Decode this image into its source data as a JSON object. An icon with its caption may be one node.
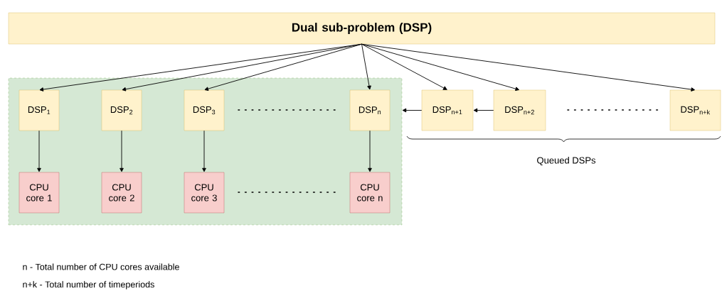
{
  "diagram": {
    "nodes": [
      {
        "text": [
          "Dual sub-problem (DSP)"
        ]
      },
      {
        "text": [],
        "shape": "box"
      },
      {
        "text": [
          "DSP$_{1}$"
        ],
        "in": 1
      },
      {
        "text": [
          "DSP$_{2}$"
        ],
        "in": 1
      },
      {
        "text": [
          "DSP$_{3}$"
        ],
        "in": 1
      },
      {
        "text": [
          "DSP$_{n}$"
        ],
        "in": 1
      },
      {
        "text": [
          "DSP$_{n+1}$"
        ]
      },
      {
        "text": [
          "DSP$_{n+2}$"
        ]
      },
      {
        "text": [
          "DSP$_{n+k}$"
        ]
      },
      {
        "text": [
          "CPU core 1"
        ],
        "in": 1
      },
      {
        "text": [
          "CPU core 2"
        ],
        "in": 1
      },
      {
        "text": [
          "CPU core 3"
        ],
        "in": 1
      },
      {
        "text": [
          "CPU core n"
        ],
        "in": 1
      }
    ],
    "edges": [
      {
        "from": 0,
        "to": 2,
        "arrow": "to"
      },
      {
        "from": 0,
        "to": 3,
        "arrow": "to"
      },
      {
        "from": 0,
        "to": 4,
        "arrow": "to"
      },
      {
        "from": 0,
        "to": 5,
        "arrow": "to"
      },
      {
        "from": 0,
        "to": 6,
        "arrow": "to"
      },
      {
        "from": 0,
        "to": 7,
        "arrow": "to"
      },
      {
        "from": 0,
        "to": 8,
        "arrow": "to"
      },
      {
        "from": 2,
        "to": 9,
        "arrow": "to"
      },
      {
        "from": 3,
        "to": 10,
        "arrow": "to"
      },
      {
        "from": 4,
        "to": 11,
        "arrow": "to"
      },
      {
        "from": 5,
        "to": 12,
        "arrow": "to"
      },
      {
        "from": 6,
        "to": 1,
        "arrow": "to"
      },
      {
        "from": 7,
        "to": 6,
        "arrow": "to"
      }
    ],
    "labels": [
      "Queued DSPs",
      "n - Total number of CPU cores available",
      "n+k - Total number of timeperiods"
    ]
  }
}
